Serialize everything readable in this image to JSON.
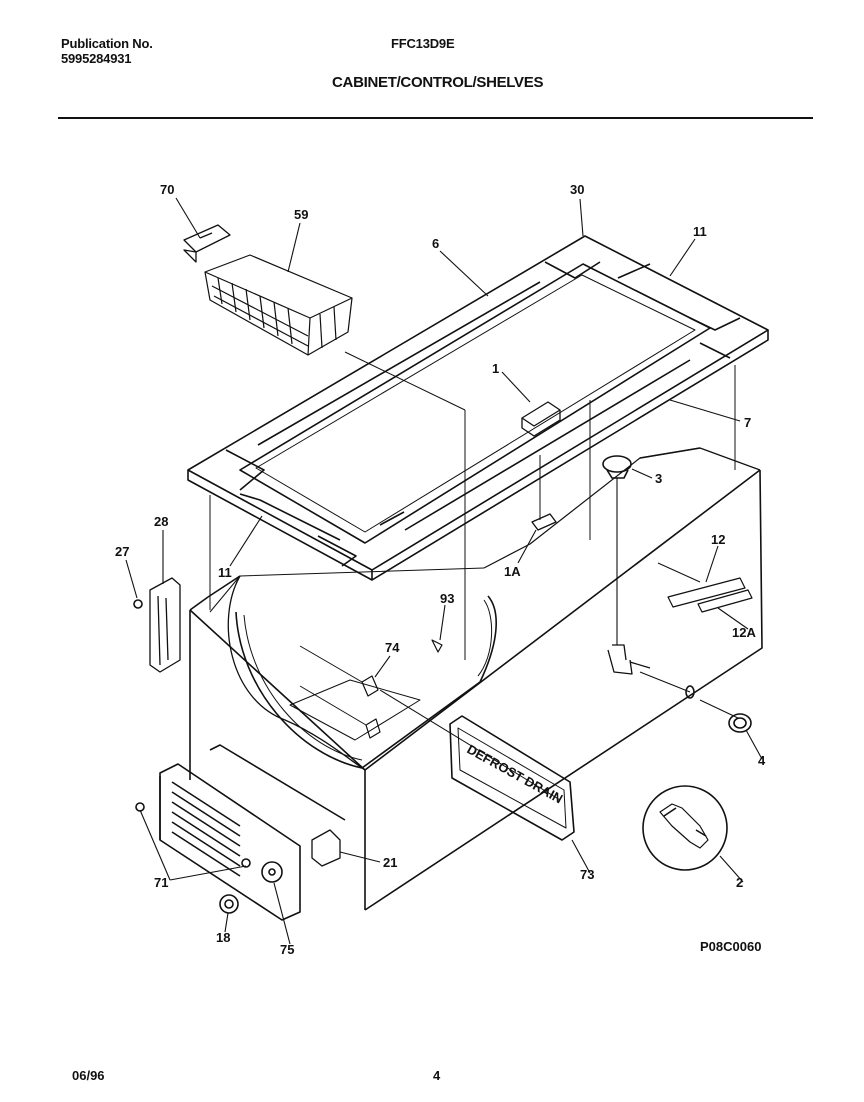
{
  "header": {
    "publication_label": "Publication No.",
    "publication_number": "5995284931",
    "model": "FFC13D9E",
    "section_title": "CABINET/CONTROL/SHELVES"
  },
  "diagram": {
    "code": "P08C0060",
    "callouts": [
      "70",
      "59",
      "6",
      "30",
      "11",
      "1",
      "7",
      "3",
      "28",
      "27",
      "11",
      "1A",
      "12",
      "93",
      "12A",
      "74",
      "4",
      "2",
      "21",
      "71",
      "73",
      "18",
      "75"
    ],
    "plate_text": "DEFROST DRAIN"
  },
  "footer": {
    "date": "06/96",
    "page": "4"
  }
}
